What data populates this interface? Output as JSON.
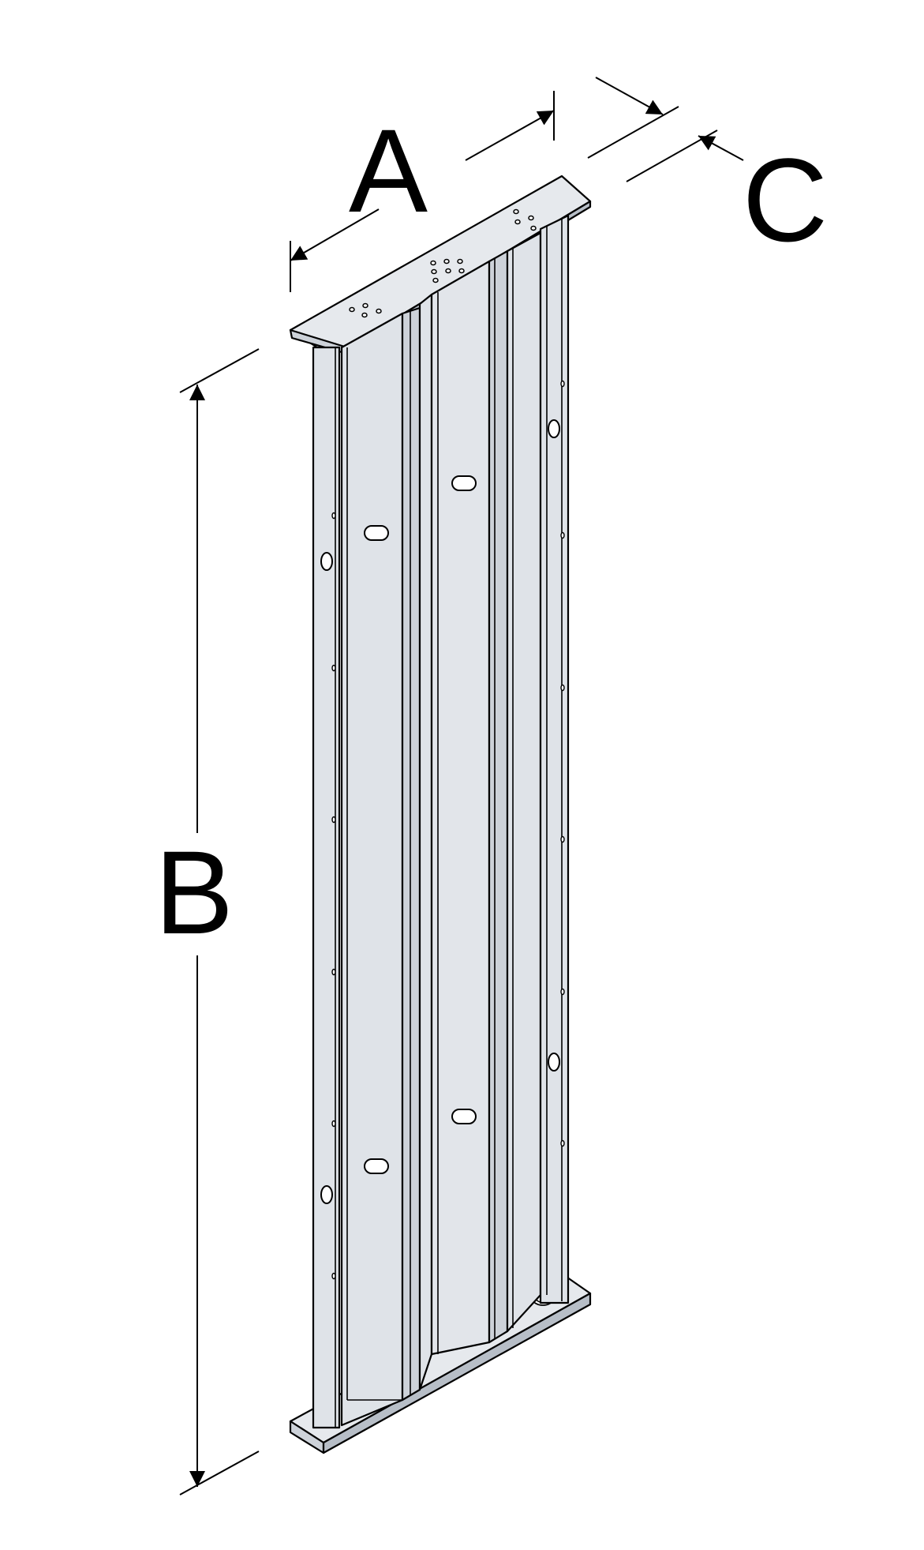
{
  "figure": {
    "labels": {
      "width": "A",
      "height": "B",
      "depth": "C"
    },
    "colors": {
      "steel_light": "#dfe3e8",
      "steel_mid": "#cdd2d9",
      "steel_dark": "#b7bec7",
      "plate": "#e6e9ed",
      "line": "#000000"
    }
  }
}
